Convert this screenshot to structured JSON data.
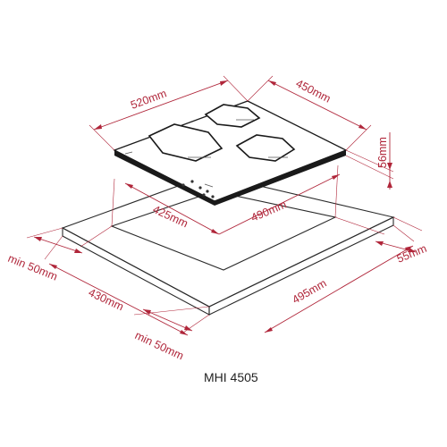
{
  "model": "MHI 4505",
  "dimensions": {
    "hob_depth": "520mm",
    "hob_width": "450mm",
    "hob_height": "56mm",
    "cutout_depth": "425mm",
    "cutout_width": "490mm",
    "clearance_front": "min 50mm",
    "clearance_side": "min 50mm",
    "counter_depth": "430mm",
    "counter_width": "495mm",
    "edge_offset": "55mm"
  },
  "colors": {
    "dimension": "#b0263a",
    "outline": "#2a2a2a"
  }
}
